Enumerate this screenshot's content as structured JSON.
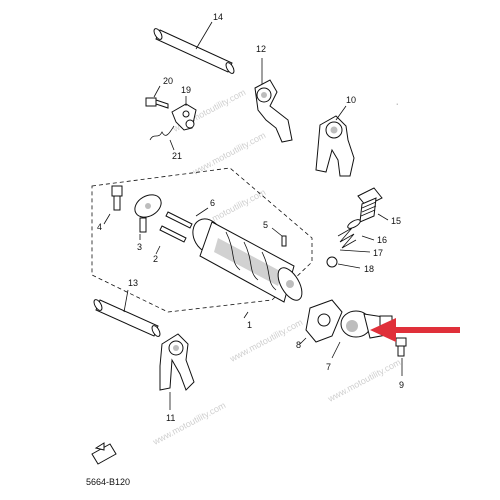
{
  "diagram": {
    "reference_code": "5664-B120",
    "watermark": "www.motoutility.com",
    "highlight_color": "#e0303a",
    "callouts": [
      {
        "id": "p1",
        "label": "1"
      },
      {
        "id": "p2",
        "label": "2"
      },
      {
        "id": "p3",
        "label": "3"
      },
      {
        "id": "p4",
        "label": "4"
      },
      {
        "id": "p5",
        "label": "5"
      },
      {
        "id": "p6",
        "label": "6"
      },
      {
        "id": "p7",
        "label": "7"
      },
      {
        "id": "p8",
        "label": "8"
      },
      {
        "id": "p9",
        "label": "9"
      },
      {
        "id": "p10",
        "label": "10"
      },
      {
        "id": "p11",
        "label": "11"
      },
      {
        "id": "p12",
        "label": "12"
      },
      {
        "id": "p13",
        "label": "13"
      },
      {
        "id": "p14",
        "label": "14"
      },
      {
        "id": "p15",
        "label": "15"
      },
      {
        "id": "p16",
        "label": "16"
      },
      {
        "id": "p17",
        "label": "17"
      },
      {
        "id": "p18",
        "label": "18"
      },
      {
        "id": "p19",
        "label": "19"
      },
      {
        "id": "p20",
        "label": "20"
      },
      {
        "id": "p21",
        "label": "21"
      }
    ]
  }
}
